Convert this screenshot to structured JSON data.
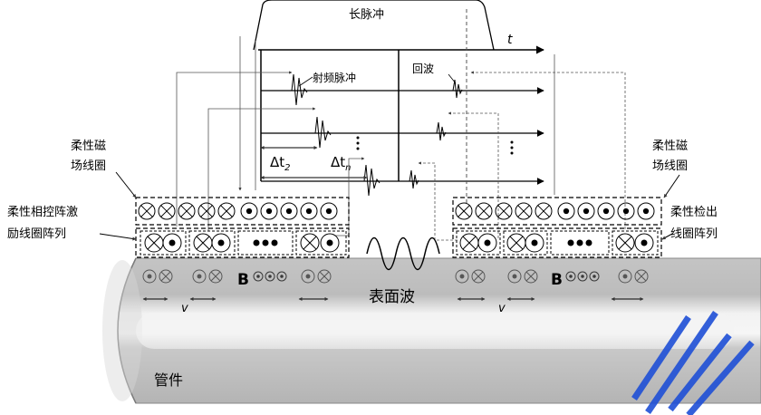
{
  "labels": {
    "long_pulse": "长脉冲",
    "time_axis": "t",
    "rf_pulse": "射频脉冲",
    "echo": "回波",
    "delta_t2": "Δt",
    "delta_t2_sub": "2",
    "delta_tn": "Δt",
    "delta_tn_sub": "n",
    "flex_field_coil_left": [
      "柔性磁",
      "场线圈"
    ],
    "flex_field_coil_right": [
      "柔性磁",
      "场线圈"
    ],
    "phased_array_excite": [
      "柔性相控阵激",
      "励线圈阵列"
    ],
    "detect_coil_array": [
      "柔性检出",
      "线圈阵列"
    ],
    "b_field_left": "B",
    "b_field_right": "B",
    "velocity_left": "v",
    "velocity_right": "v",
    "surface_wave": "表面波",
    "pipe": "管件"
  },
  "colors": {
    "pipe_dark": "#bdbdbd",
    "pipe_light": "#ececec",
    "line": "#000000",
    "watermark": "#1e4fd6"
  }
}
